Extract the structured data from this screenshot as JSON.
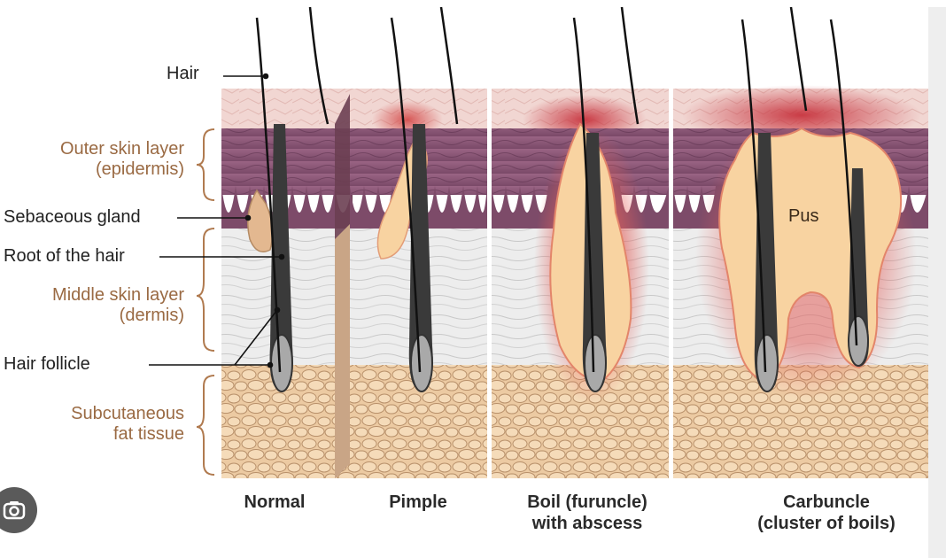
{
  "labels": {
    "hair": "Hair",
    "outer_layer_line1": "Outer skin layer",
    "outer_layer_line2": "(epidermis)",
    "sebaceous_gland": "Sebaceous gland",
    "root_of_hair": "Root of the hair",
    "middle_layer_line1": "Middle skin layer",
    "middle_layer_line2": "(dermis)",
    "hair_follicle": "Hair follicle",
    "fat_line1": "Subcutaneous",
    "fat_line2": "fat tissue",
    "pus": "Pus"
  },
  "panels": [
    {
      "id": "normal",
      "caption_line1": "Normal",
      "caption_line2": ""
    },
    {
      "id": "pimple",
      "caption_line1": "Pimple",
      "caption_line2": ""
    },
    {
      "id": "boil",
      "caption_line1": "Boil (furuncle)",
      "caption_line2": "with abscess"
    },
    {
      "id": "carbuncle",
      "caption_line1": "Carbuncle",
      "caption_line2": "(cluster of boils)"
    }
  ],
  "colors": {
    "skin_top": "#f1d3cf",
    "epidermis": "#8c5a78",
    "epidermis_dark": "#6e3f5c",
    "dermis": "#ececec",
    "fat": "#f0cfa8",
    "fat_outline": "#b48a63",
    "pus": "#f8d3a1",
    "inflammation": "#c8323a",
    "follicle": "#a7a7a7",
    "brown_label": "#9a6a43"
  },
  "icons": {
    "lens": "lens-search-icon"
  }
}
